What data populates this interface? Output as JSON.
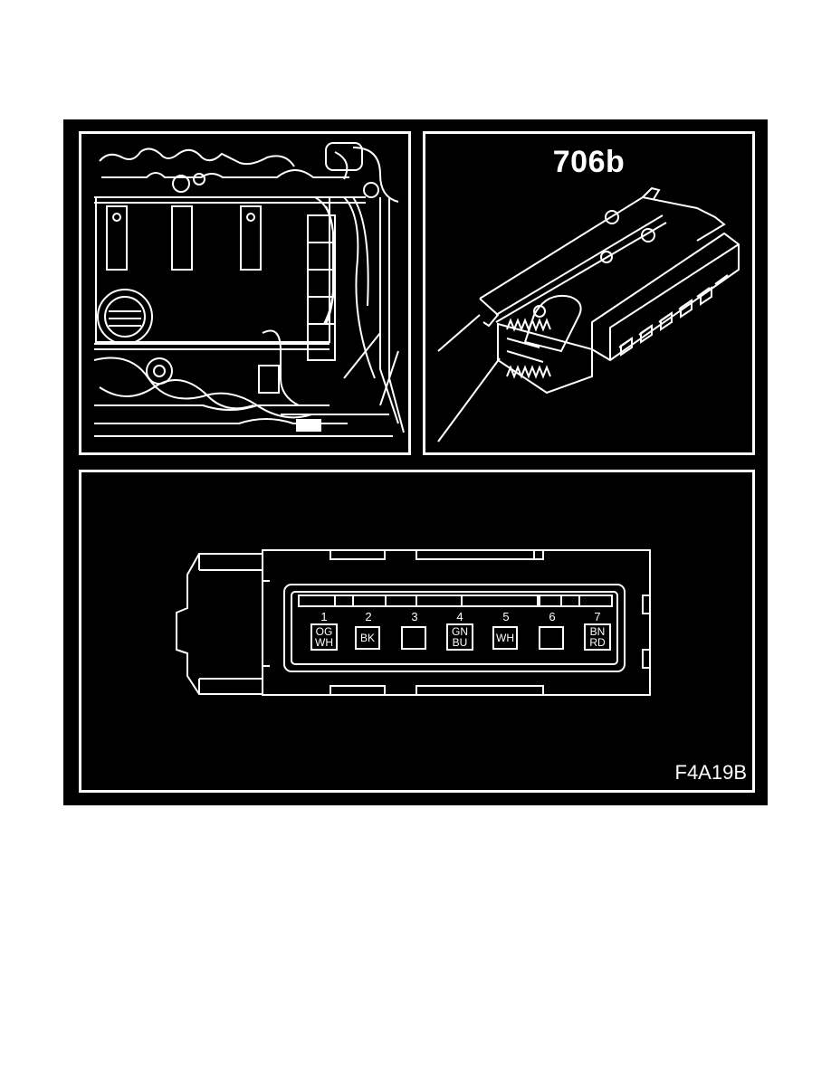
{
  "connector": {
    "label": "706b"
  },
  "figure_code": "F4A19B",
  "pins": [
    {
      "number": "1",
      "colors": [
        "OG",
        "WH"
      ]
    },
    {
      "number": "2",
      "colors": [
        "BK"
      ]
    },
    {
      "number": "3",
      "colors": []
    },
    {
      "number": "4",
      "colors": [
        "GN",
        "BU"
      ]
    },
    {
      "number": "5",
      "colors": [
        "WH"
      ]
    },
    {
      "number": "6",
      "colors": []
    },
    {
      "number": "7",
      "colors": [
        "BN",
        "RD"
      ]
    }
  ]
}
